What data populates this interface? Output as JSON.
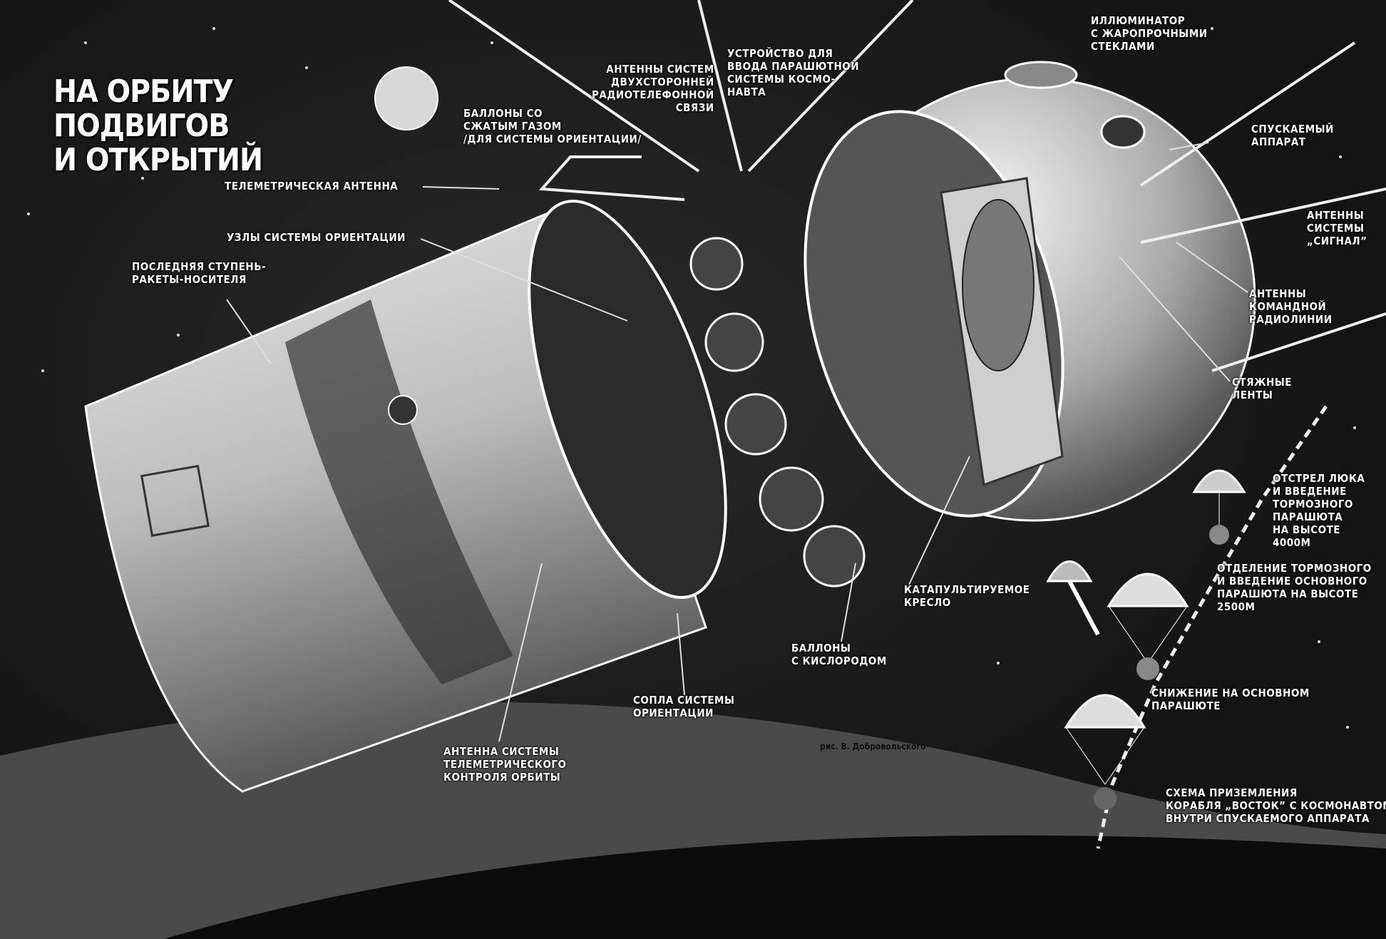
{
  "title": [
    "НА ОРБИТУ",
    "ПОДВИГОВ",
    "И ОТКРЫТИЙ"
  ],
  "labels": {
    "radiotelephone_antennas": [
      "АНТЕННЫ СИСТЕМ",
      "ДВУХСТОРОННЕЙ",
      "РАДИОТЕЛЕФОННОЙ",
      "СВЯЗИ"
    ],
    "parachute_device": [
      "УСТРОЙСТВО ДЛЯ",
      "ВВОДА ПАРАШЮТНОЙ",
      "СИСТЕМЫ КОСМО-",
      "НАВТА"
    ],
    "porthole": [
      "ИЛЛЮМИНАТОР",
      "С ЖАРОПРОЧНЫМИ",
      "СТЕКЛАМИ"
    ],
    "gas_cylinders": [
      "БАЛЛОНЫ СО",
      "СЖАТЫМ ГАЗОМ",
      "/ДЛЯ СИСТЕМЫ ОРИЕНТАЦИИ/"
    ],
    "telemetry_antenna": [
      "ТЕЛЕМЕТРИЧЕСКАЯ АНТЕННА"
    ],
    "orientation_units": [
      "УЗЛЫ СИСТЕМЫ ОРИЕНТАЦИИ"
    ],
    "last_stage": [
      "ПОСЛЕДНЯЯ СТУПЕНЬ-",
      "РАКЕТЫ-НОСИТЕЛЯ"
    ],
    "descent_module": [
      "СПУСКАЕМЫЙ",
      "АППАРАТ"
    ],
    "signal_antennas": [
      "АНТЕННЫ",
      "СИСТЕМЫ",
      "„СИГНАЛ”"
    ],
    "command_antennas": [
      "АНТЕННЫ",
      "КОМАНДНОЙ",
      "РАДИОЛИНИИ"
    ],
    "straps": [
      "СТЯЖНЫЕ",
      "ЛЕНТЫ"
    ],
    "ejection_seat": [
      "КАТАПУЛЬТИРУЕМОЕ",
      "КРЕСЛО"
    ],
    "oxygen_cylinders": [
      "БАЛЛОНЫ",
      "С КИСЛОРОДОМ"
    ],
    "orientation_nozzles": [
      "СОПЛА СИСТЕМЫ",
      "ОРИЕНТАЦИИ"
    ],
    "orbit_antenna": [
      "АНТЕННА СИСТЕМЫ",
      "ТЕЛЕМЕТРИЧЕСКОГО",
      "КОНТРОЛЯ ОРБИТЫ"
    ]
  },
  "landing": {
    "step1": [
      "ОТСТРЕЛ ЛЮКА",
      "И ВВЕДЕНИЕ",
      "ТОРМОЗНОГО",
      "ПАРАШЮТА",
      "НА ВЫСОТЕ",
      "4000м"
    ],
    "step2": [
      "ОТДЕЛЕНИЕ ТОРМОЗНОГО",
      "И ВВЕДЕНИЕ ОСНОВНОГО",
      "ПАРАШЮТА НА ВЫСОТЕ",
      "2500м"
    ],
    "step3": [
      "СНИЖЕНИЕ НА ОСНОВНОМ",
      "ПАРАШЮТЕ"
    ],
    "caption": [
      "СХЕМА ПРИЗЕМЛЕНИЯ",
      "КОРАБЛЯ „ВОСТОК” С КОСМОНАВТОМ",
      "ВНУТРИ СПУСКАЕМОГО АППАРАТА"
    ]
  },
  "credit": "рис. В. Добровольского"
}
